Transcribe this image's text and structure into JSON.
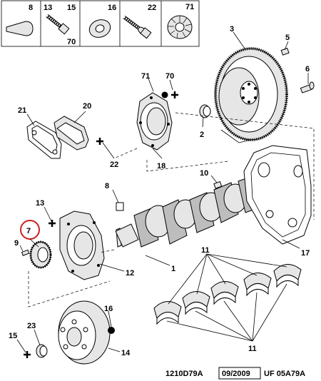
{
  "legend": {
    "cells": [
      {
        "numbers": [
          "8"
        ]
      },
      {
        "numbers": [
          "13",
          "15",
          "70"
        ]
      },
      {
        "numbers": [
          "16"
        ]
      },
      {
        "numbers": [
          "22"
        ]
      },
      {
        "numbers": [
          "71"
        ]
      }
    ]
  },
  "callouts": {
    "c1": "1",
    "c2": "2",
    "c3": "3",
    "c5": "5",
    "c6": "6",
    "c7": "7",
    "c8": "8",
    "c9": "9",
    "c10": "10",
    "c11a": "11",
    "c11b": "11",
    "c12": "12",
    "c13": "13",
    "c14": "14",
    "c15": "15",
    "c16": "16",
    "c17": "17",
    "c18": "18",
    "c20": "20",
    "c21": "21",
    "c22": "22",
    "c23": "23",
    "c70": "70",
    "c71": "71"
  },
  "footer": {
    "ref": "1210D79A",
    "date": "09/2009",
    "code": "UF 05A79A"
  },
  "highlight_color": "#cc2222"
}
